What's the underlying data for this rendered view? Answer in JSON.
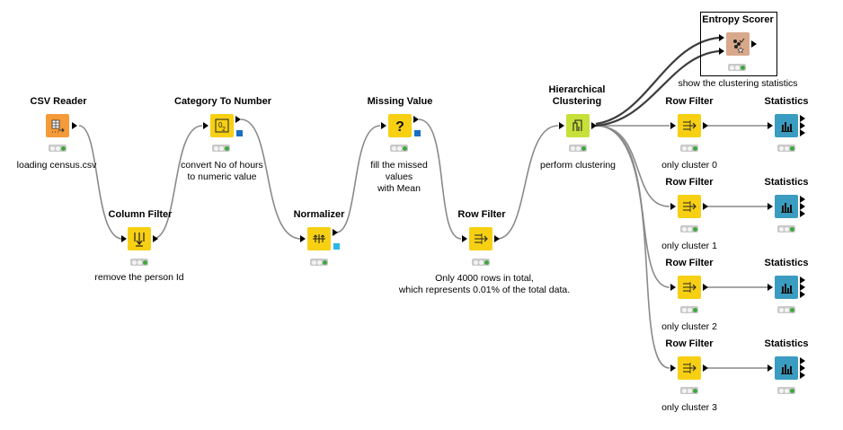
{
  "workflow": {
    "nodes": {
      "csv_reader": {
        "title": "CSV Reader",
        "comment": "loading census.csv",
        "color": "#f59a38"
      },
      "column_filter": {
        "title": "Column Filter",
        "comment": "remove the person Id",
        "color": "#f7d014"
      },
      "category_to_number": {
        "title": "Category To Number",
        "comment": "convert No of hours\nto numeric value",
        "color": "#f7d014",
        "port_color": "#1a6fc4"
      },
      "normalizer": {
        "title": "Normalizer",
        "comment": "",
        "color": "#f7d014",
        "port_color": "#2ab7e6"
      },
      "missing_value": {
        "title": "Missing Value",
        "comment": "fill the missed\nvalues\nwith Mean",
        "color": "#f7d014",
        "port_color": "#1a6fc4"
      },
      "row_filter_main": {
        "title": "Row Filter",
        "comment": "Only 4000 rows in total,\nwhich represents 0.01% of the total data.",
        "color": "#f7d014"
      },
      "hierarchical_clustering": {
        "title": "Hierarchical\nClustering",
        "comment": "perform clustering",
        "color": "#c8e03a"
      },
      "entropy_scorer": {
        "title": "Entropy Scorer",
        "comment": "show the clustering statistics",
        "color": "#d8a88a"
      },
      "row_filter_0": {
        "title": "Row Filter",
        "comment": "only cluster 0",
        "color": "#f7d014"
      },
      "row_filter_1": {
        "title": "Row Filter",
        "comment": "only cluster 1",
        "color": "#f7d014"
      },
      "row_filter_2": {
        "title": "Row Filter",
        "comment": "only cluster 2",
        "color": "#f7d014"
      },
      "row_filter_3": {
        "title": "Row Filter",
        "comment": "only cluster 3",
        "color": "#f7d014"
      },
      "statistics_0": {
        "title": "Statistics",
        "comment": "",
        "color": "#3a9cc0"
      },
      "statistics_1": {
        "title": "Statistics",
        "comment": "",
        "color": "#3a9cc0"
      },
      "statistics_2": {
        "title": "Statistics",
        "comment": "",
        "color": "#3a9cc0"
      },
      "statistics_3": {
        "title": "Statistics",
        "comment": "",
        "color": "#3a9cc0"
      }
    },
    "status": {
      "green_color": "#3ea83e",
      "idle_color": "#c9c9c9"
    },
    "icons": {
      "csv_reader": "table-reader-icon",
      "column_filter": "column-filter-icon",
      "category_to_number": "category-to-number-icon",
      "normalizer": "normalizer-icon",
      "missing_value": "question-mark-icon",
      "row_filter": "row-filter-icon",
      "hierarchical_clustering": "dendrogram-icon",
      "entropy_scorer": "scorer-icon",
      "statistics": "statistics-icon"
    }
  }
}
